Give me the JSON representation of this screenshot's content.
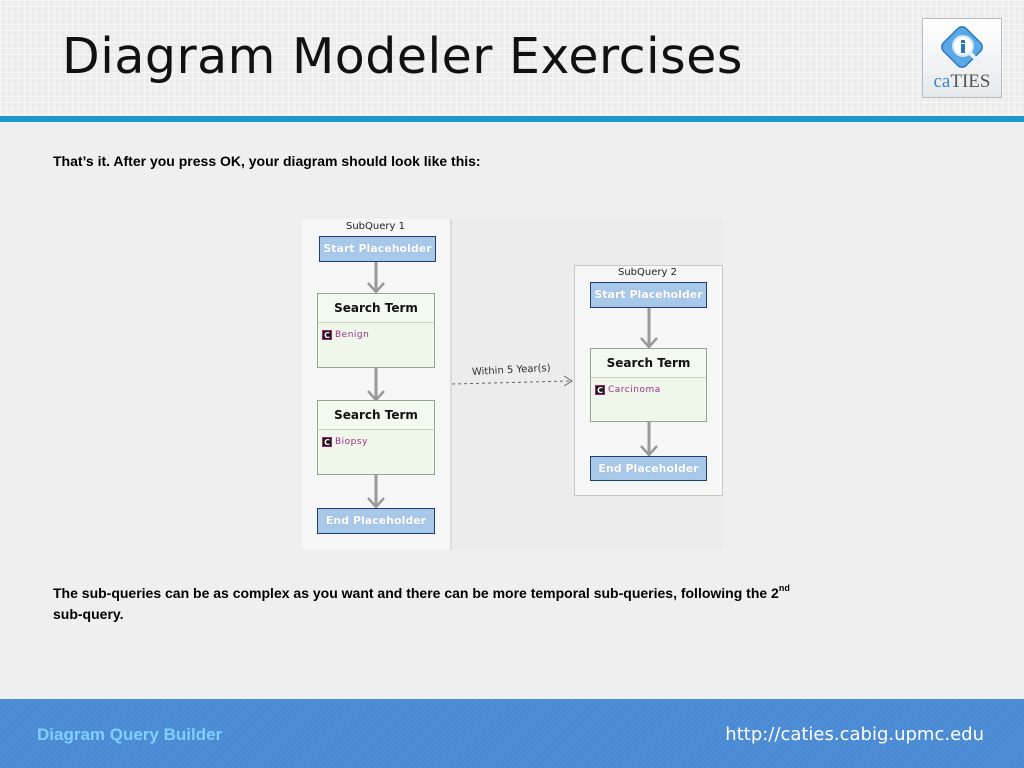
{
  "header": {
    "title": "Diagram Modeler Exercises",
    "logo": {
      "prefix": "ca",
      "name": "TIES",
      "icon": "magnifier-i-icon"
    }
  },
  "body": {
    "intro": "That’s it. After you press OK, your diagram should look like this:",
    "note_main": "The sub-queries can be as complex as you want and there can be more temporal sub-queries, following the 2",
    "note_sup": "nd",
    "note_end": "sub-query."
  },
  "diagram": {
    "subquery1": {
      "label": "SubQuery 1",
      "start": "Start Placeholder",
      "terms": [
        {
          "header": "Search Term",
          "badge": "C",
          "value": "Benign"
        },
        {
          "header": "Search Term",
          "badge": "C",
          "value": "Biopsy"
        }
      ],
      "end": "End Placeholder"
    },
    "subquery2": {
      "label": "SubQuery 2",
      "start": "Start Placeholder",
      "terms": [
        {
          "header": "Search Term",
          "badge": "C",
          "value": "Carcinoma"
        }
      ],
      "end": "End Placeholder"
    },
    "connector_label": "Within 5 Year(s)"
  },
  "footer": {
    "left": "Diagram Query Builder",
    "right": "http://caties.cabig.upmc.edu"
  },
  "colors": {
    "accent_rule": "#1e97cf",
    "footer_bg": "#4f8fd8",
    "footer_left_text": "#7fd0ff",
    "placeholder_fill": "#a8c8ea",
    "term_fill": "#eef7ea",
    "term_value": "#a0308a"
  }
}
